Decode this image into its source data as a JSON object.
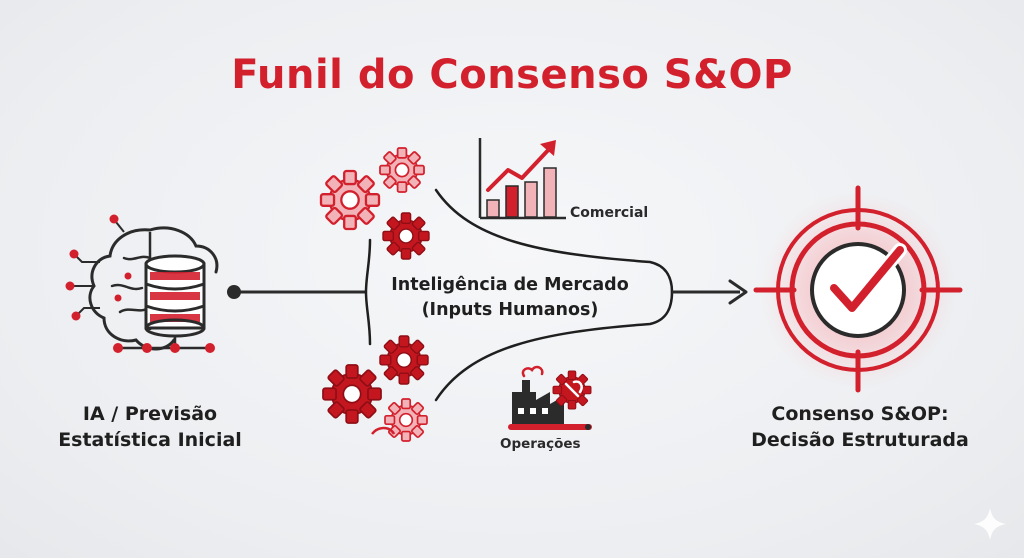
{
  "title": "Funil do Consenso S&OP",
  "left_label": {
    "line1": "IA / Previsão",
    "line2": "Estatística Inicial"
  },
  "center_label": {
    "line1": "Inteligência de Mercado",
    "line2": "(Inputs Humanos)"
  },
  "right_label": {
    "line1": "Consenso S&OP:",
    "line2": "Decisão Estruturada"
  },
  "inputs": {
    "comercial": "Comercial",
    "operacoes": "Operações"
  },
  "icons": {
    "left": "brain-database-icon",
    "gears_top": "gears-icon",
    "gears_bottom": "gears-icon",
    "comercial": "growth-chart-icon",
    "operacoes": "factory-icon",
    "right": "target-check-icon"
  },
  "colors": {
    "accent": "#d3202d",
    "accent_light": "#f2b3b8",
    "dark": "#2b2b2b"
  }
}
